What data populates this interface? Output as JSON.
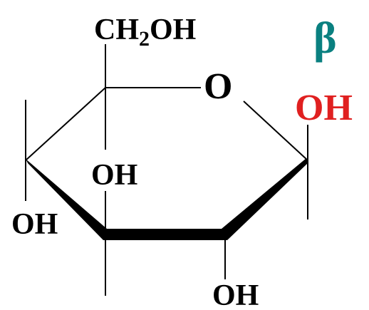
{
  "anomer": {
    "symbol": "β",
    "color": "#0a8080"
  },
  "substituents": {
    "c6_group": {
      "main": "CH",
      "subscript": "2",
      "tail": "OH"
    },
    "ring_oxygen": "O",
    "anomeric_oh": {
      "text": "OH",
      "color": "#e02020"
    },
    "c2_oh": "OH",
    "c3_oh": "OH",
    "c4_oh": "OH"
  },
  "colors": {
    "bond": "#000000",
    "text": "#000000"
  }
}
